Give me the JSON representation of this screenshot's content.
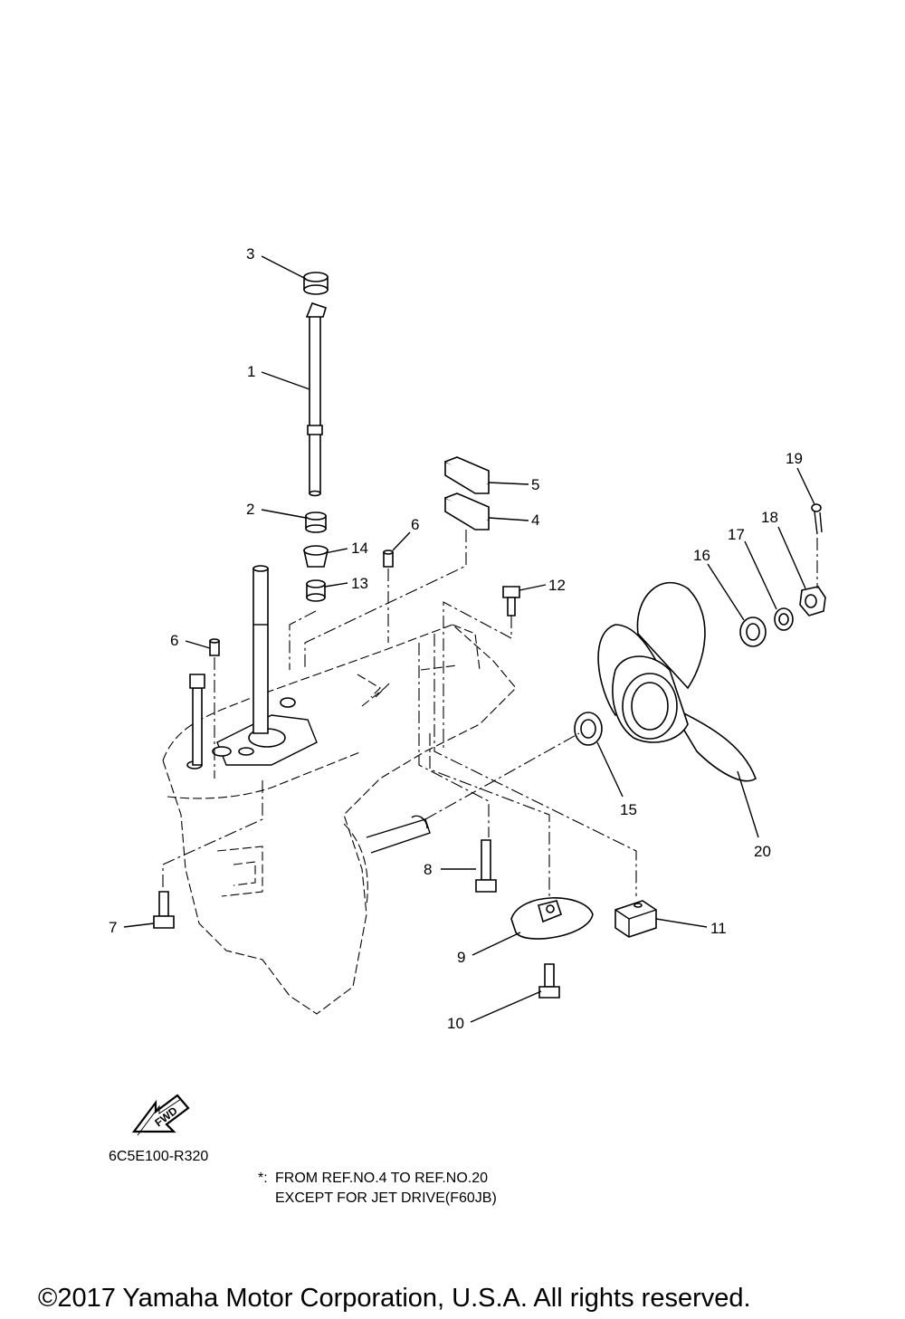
{
  "diagram": {
    "callouts": {
      "c1": "1",
      "c2": "2",
      "c3": "3",
      "c4": "4",
      "c5": "5",
      "c6a": "6",
      "c6b": "6",
      "c7": "7",
      "c8": "8",
      "c9": "9",
      "c10": "10",
      "c11": "11",
      "c12": "12",
      "c13": "13",
      "c14": "14",
      "c15": "15",
      "c16": "16",
      "c17": "17",
      "c18": "18",
      "c19": "19",
      "c20": "20"
    },
    "fwd_label": "FWD",
    "figure_code": "6C5E100-R320",
    "note_marker": "*:",
    "note_line1": "FROM REF.NO.4 TO REF.NO.20",
    "note_line2": "EXCEPT FOR JET DRIVE(F60JB)"
  },
  "footer": {
    "copyright": "©2017 Yamaha Motor Corporation, U.S.A. All rights reserved."
  }
}
